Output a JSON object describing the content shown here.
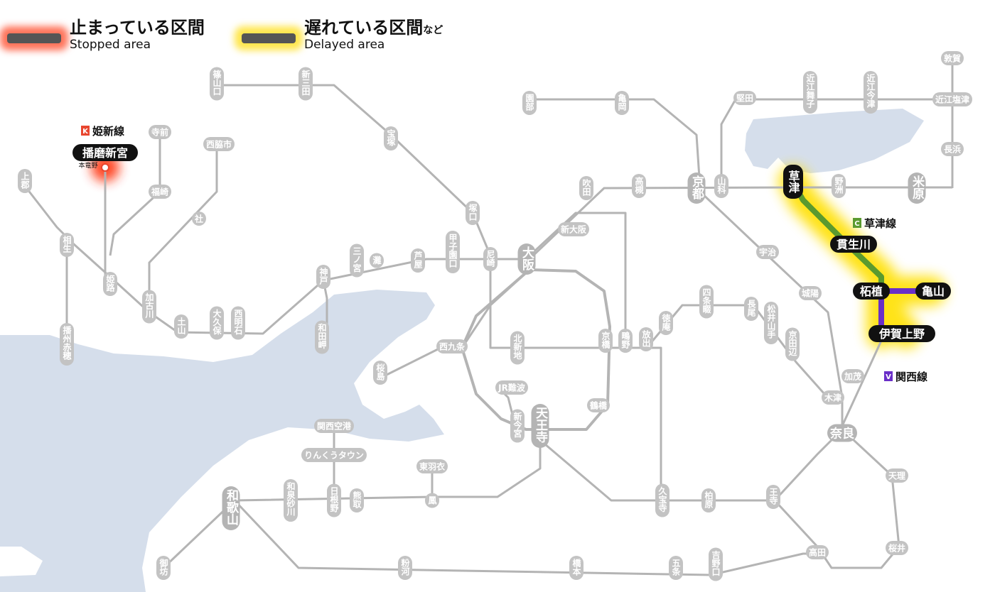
{
  "legend": {
    "stopped_jp": "止まっている区間",
    "stopped_en": "Stopped area",
    "delayed_jp": "遅れている区間",
    "delayed_suffix": "など",
    "delayed_en": "Delayed area",
    "stopped_color": "#ff2800",
    "delayed_color": "#ffdc00"
  },
  "lines": {
    "kishin": {
      "badge": "K",
      "name": "姫新線",
      "color": "#e8462f"
    },
    "kusatsu": {
      "badge": "C",
      "name": "草津線",
      "color": "#5a9a2f"
    },
    "kansai": {
      "badge": "V",
      "name": "関西線",
      "color": "#6a2fc8"
    }
  },
  "stations": {
    "harima_shingu": "播磨新宮",
    "hongatsuno": "本竜野",
    "kusatsu": "草津",
    "kibukawa": "貫生川",
    "tsuge": "柘植",
    "kameyama": "亀山",
    "iga_ueno": "伊賀上野",
    "kamo": "加茂",
    "terazen": "寺前",
    "nishiwakishi": "西脇市",
    "shin_osaka": "新大阪",
    "nishikujo": "西九条",
    "jr_namba": "JR難波",
    "kansai_airport": "関西空港",
    "rinku_town": "りんくうタウン",
    "higashi_hagoromo": "東羽衣",
    "omi_shiotsu": "近江塩津",
    "tsuruga": "敦賀",
    "katata": "堅田",
    "nagahama": "長浜",
    "yashiro": "社",
    "fukusaki": "福崎",
    "kamigori": "上郡",
    "sasayamaguchi": "篠山口",
    "shinsanda": "新三田",
    "takarazuka": "宝塚",
    "sonobe": "園部",
    "kameoka": "亀岡",
    "omi_maiko": "近江舞子",
    "omi_imazu": "近江今津",
    "suita": "吹田",
    "takatsuki": "高槻",
    "kyoto": "京都",
    "yamashina": "山科",
    "yasu": "野洲",
    "maibara": "米原",
    "tsukaguchi": "塚口",
    "aioi": "相生",
    "himeji": "姫路",
    "kakogawa": "加古川",
    "tsuchiyama": "土山",
    "okubo": "大久保",
    "nishi_akashi": "西明石",
    "kobe": "神戸",
    "sannomiya": "三ノ宮",
    "nada": "灘",
    "ashiya": "芦屋",
    "koshienguchi": "甲子園口",
    "amagasaki": "尼崎",
    "osaka": "大阪",
    "uji": "宇治",
    "joyo": "城陽",
    "banshu_ako": "播州赤穂",
    "wadamisaki": "和田岬",
    "sakurajima": "桜島",
    "kitashinchi": "北新地",
    "kyobashi": "京橋",
    "shigino": "鴫野",
    "hanaten": "放出",
    "tokuan": "徳庵",
    "shijonawate": "四条畷",
    "nagao": "長尾",
    "matsuiyamate": "松井山手",
    "kyotanabe": "京田辺",
    "kizu": "木津",
    "nara": "奈良",
    "tenri": "天理",
    "sakurai": "桜井",
    "shin_imamiya": "新今宮",
    "tennoji": "天王寺",
    "tsuruhashi": "鶴橋",
    "otori": "鳳",
    "kumatori": "熊取",
    "hineno": "日根野",
    "izumi_sunagawa": "和泉砂川",
    "wakayama": "和歌山",
    "kyuhoji": "久宝寺",
    "kashiwara": "柏原",
    "oji": "王寺",
    "takada": "高田",
    "gobo": "御坊",
    "kokawa": "粉河",
    "hashimoto": "橋本",
    "gojo": "五条",
    "yoshinoguchi": "吉野口"
  }
}
